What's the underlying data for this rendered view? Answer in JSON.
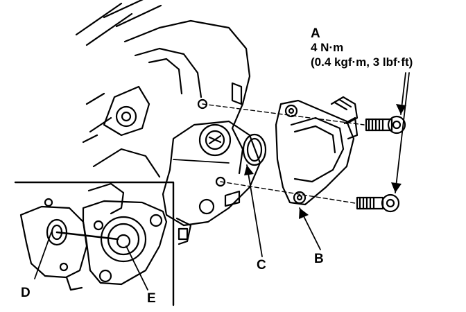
{
  "callouts": {
    "a": {
      "letter": "A",
      "torque_nm": "4 N·m",
      "torque_alt": "(0.4 kgf·m, 3 lbf·ft)"
    },
    "b": {
      "letter": "B"
    },
    "c": {
      "letter": "C"
    },
    "d": {
      "letter": "D"
    },
    "e": {
      "letter": "E"
    }
  }
}
